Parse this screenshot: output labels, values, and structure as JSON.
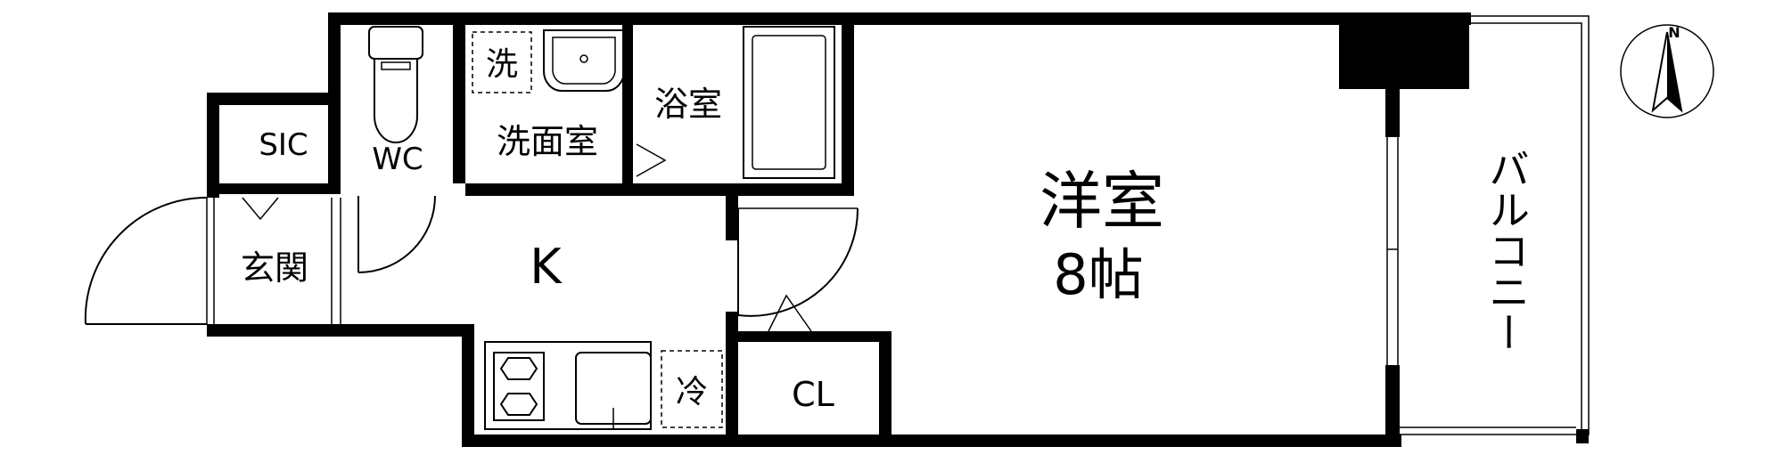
{
  "rooms": {
    "sic": "SIC",
    "wc": "WC",
    "washroom": "洗面室",
    "washer": "洗",
    "bathroom": "浴室",
    "entrance": "玄関",
    "kitchen": "K",
    "fridge": "冷",
    "closet": "CL",
    "western_room": "洋室",
    "western_room_size": "8帖",
    "balcony": "バルコニー"
  },
  "compass": {
    "letter": "N"
  }
}
